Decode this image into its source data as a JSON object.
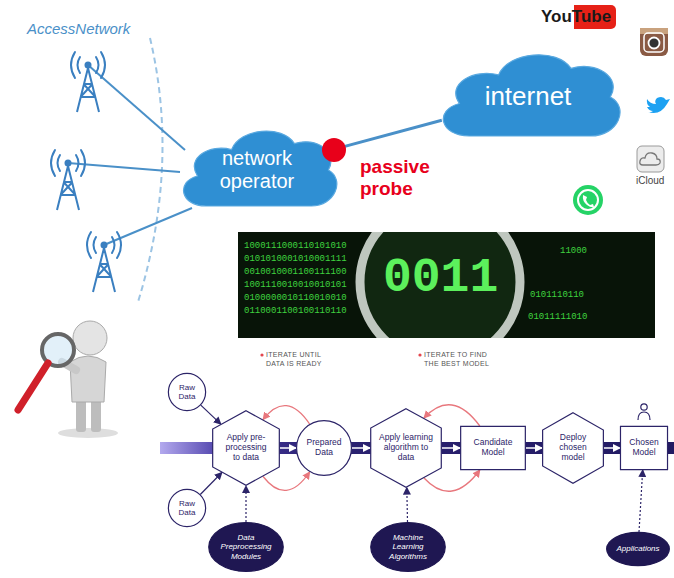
{
  "diagram": {
    "nodes": [
      {
        "text": [
          "network operator"
        ]
      },
      {
        "text": [
          "internet"
        ]
      },
      {
        "text": [
          "Raw Data"
        ]
      },
      {
        "text": [
          "Raw Data"
        ]
      },
      {
        "text": [
          "Apply pre-processing to data"
        ]
      },
      {
        "text": [
          "Prepared Data"
        ]
      },
      {
        "text": [
          "Apply learning algorithm to data"
        ]
      },
      {
        "text": [
          "Candidate Model"
        ]
      },
      {
        "text": [
          "Deploy chosen model"
        ]
      },
      {
        "text": [
          "Chosen Model"
        ]
      },
      {
        "text": [
          "Data Preprocessing Modules"
        ]
      },
      {
        "text": [
          "Machine Learning Algorithms"
        ]
      },
      {
        "text": [
          "Applications"
        ]
      }
    ],
    "edges": [
      {
        "from": 0,
        "to": 1,
        "arrow": "none"
      },
      {
        "from": 2,
        "to": 4,
        "arrow": "to"
      },
      {
        "from": 3,
        "to": 4,
        "arrow": "to"
      },
      {
        "from": 4,
        "to": 5,
        "arrow": "to"
      },
      {
        "from": 5,
        "to": 6,
        "arrow": "to"
      },
      {
        "from": 6,
        "to": 7,
        "arrow": "to"
      },
      {
        "from": 7,
        "to": 8,
        "arrow": "to"
      },
      {
        "from": 8,
        "to": 9,
        "arrow": "to"
      },
      {
        "from": 5,
        "to": 4,
        "arrow": "to"
      },
      {
        "from": 4,
        "to": 5,
        "arrow": "to"
      },
      {
        "from": 7,
        "to": 6,
        "arrow": "to"
      },
      {
        "from": 6,
        "to": 7,
        "arrow": "to"
      },
      {
        "from": 10,
        "to": 4,
        "arrow": "to"
      },
      {
        "from": 11,
        "to": 6,
        "arrow": "to"
      },
      {
        "from": 12,
        "to": 9,
        "arrow": "to"
      }
    ],
    "labels": [
      "AccessNetwork",
      "passive probe",
      "YouTube",
      "iCloud",
      "ITERATE UNTIL DATA IS READY",
      "ITERATE TO FIND THE BEST MODEL",
      "1000111000110101010",
      "0101010001010001111",
      "0010010001100111100",
      "1001110010010010101",
      "0100000010110010010",
      "0110001100100110110",
      "0011",
      "11000",
      "0101110110",
      "01011111010"
    ]
  }
}
